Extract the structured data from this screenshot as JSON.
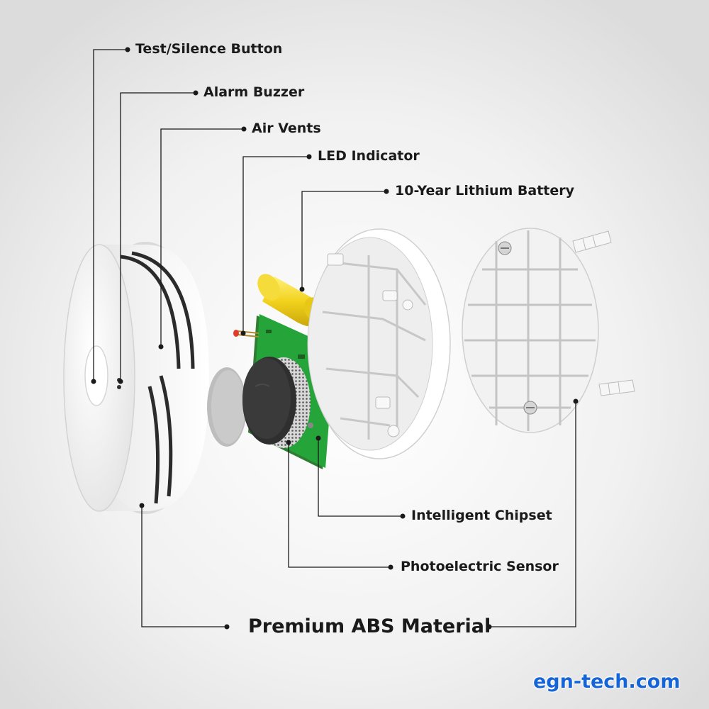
{
  "labels": {
    "test_silence": "Test/Silence Button",
    "alarm_buzzer": "Alarm Buzzer",
    "air_vents": "Air Vents",
    "led_indicator": "LED Indicator",
    "battery": "10-Year Lithium Battery",
    "chipset": "Intelligent Chipset",
    "photo_sensor": "Photoelectric Sensor",
    "abs_material": "Premium ABS Material"
  },
  "watermark": "egn-tech.com",
  "colors": {
    "pcb": "#25a43a",
    "battery": "#f2d21c",
    "led": "#e23b2c",
    "watermark": "#1565d8",
    "housing": "#f4f4f4"
  }
}
